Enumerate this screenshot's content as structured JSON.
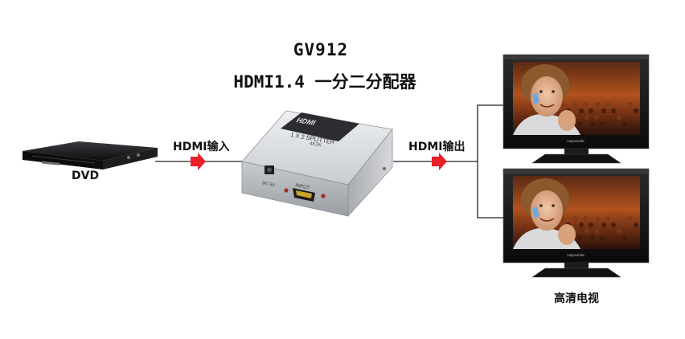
{
  "title": {
    "model": "GV912",
    "subtitle": "HDMI1.4 一分二分配器"
  },
  "source": {
    "label": "DVD"
  },
  "input_link": {
    "label": "HDMI输入"
  },
  "output_link": {
    "label": "HDMI输出"
  },
  "splitter": {
    "brand": "HDMI",
    "name": "1 X 2 SPLITTER",
    "sub": "4K2K",
    "dc_label": "DC 5V",
    "input_label": "INPUT"
  },
  "displays": {
    "label": "高清电视",
    "brand": "Haywonda",
    "count": 2
  },
  "colors": {
    "arrow": "#e8202a",
    "line": "#222222",
    "device_body": "#b9bcc0",
    "dvd_body": "#1b1b1d",
    "tv_frame": "#141414"
  }
}
